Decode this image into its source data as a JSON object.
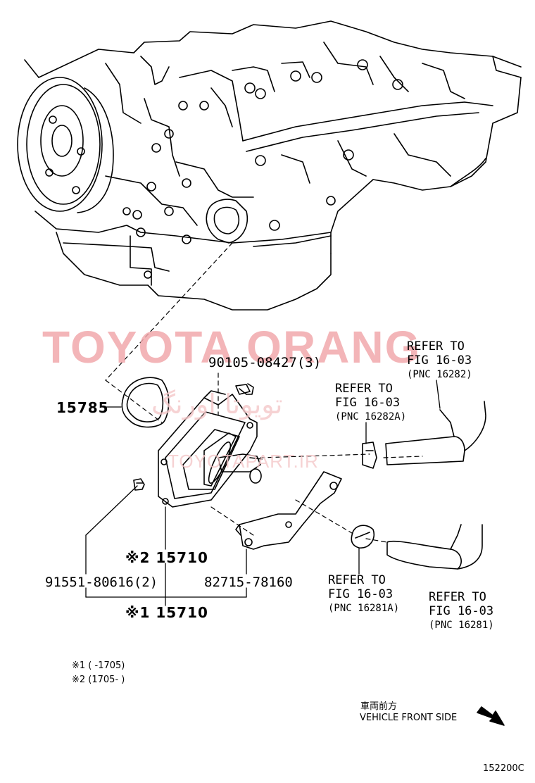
{
  "watermark": {
    "main": "TOYOTA ORANG",
    "farsi": "تویوتا اورنگ",
    "url": "TOYOTAPART.IR",
    "color": "#f1a9ac"
  },
  "parts": {
    "gasket": "15785",
    "bolt": "90105-08427(3)",
    "cooler_2": "※2 15710",
    "cooler_1": "※1 15710",
    "plug": "91551-80616(2)",
    "bracket": "82715-78160"
  },
  "refs": [
    {
      "line1": "REFER TO",
      "line2": "FIG 16-03",
      "line3": "(PNC 16282)"
    },
    {
      "line1": "REFER TO",
      "line2": "FIG 16-03",
      "line3": "(PNC 16282A)"
    },
    {
      "line1": "REFER TO",
      "line2": "FIG 16-03",
      "line3": "(PNC 16281A)"
    },
    {
      "line1": "REFER TO",
      "line2": "FIG 16-03",
      "line3": "(PNC 16281)"
    }
  ],
  "notes": {
    "n1": "※1 (     -1705)",
    "n2": "※2 (1705-     )"
  },
  "direction": {
    "jp": "車両前方",
    "en": "VEHICLE FRONT SIDE"
  },
  "figure_id": "152200C"
}
